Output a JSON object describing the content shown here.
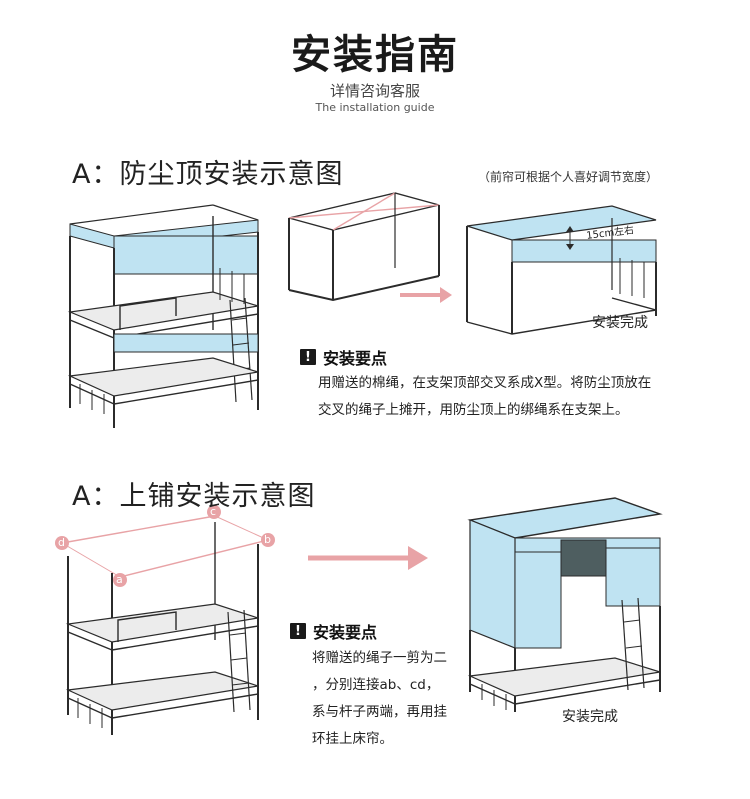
{
  "header": {
    "title": "安装指南",
    "subtitle": "详情咨询客服",
    "subtitle_en": "The installation guide"
  },
  "section_a": {
    "title": "A：防尘顶安装示意图",
    "note": "（前帘可根据个人喜好调节宽度）",
    "measure_label": "15cm左右",
    "done_label": "安装完成",
    "key_title": "安装要点",
    "key_text_line1": "用赠送的棉绳，在支架顶部交叉系成X型。将防尘顶放在",
    "key_text_line2": "交叉的绳子上摊开，用防尘顶上的绑绳系在支架上。"
  },
  "section_b": {
    "title": "A：上铺安装示意图",
    "done_label": "安装完成",
    "key_title": "安装要点",
    "key_text_lines": [
      "将赠送的绳子一剪为二",
      "，分别连接ab、cd，",
      "系与杆子两端，再用挂",
      "环挂上床帘。"
    ],
    "corner_labels": [
      "a",
      "b",
      "c",
      "d"
    ]
  },
  "colors": {
    "fabric_blue": "#bfe3f2",
    "rope_pink": "#e8a3a6",
    "frame": "#2b2b2b",
    "window_gray": "#4e5e60"
  },
  "icons": {
    "warning": "exclamation-square-icon",
    "arrow": "right-arrow-icon"
  }
}
